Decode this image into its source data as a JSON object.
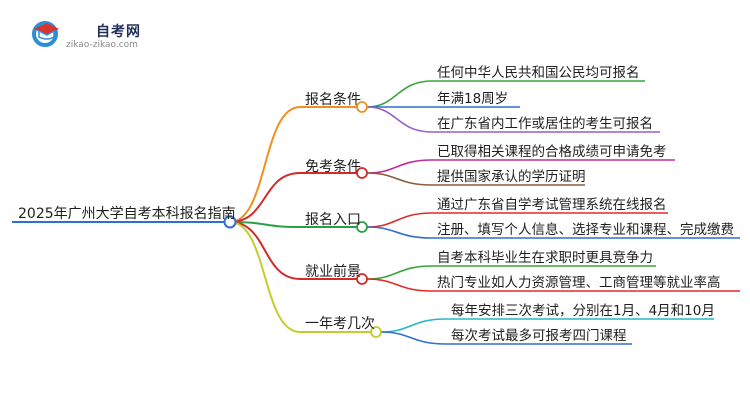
{
  "logo": {
    "title": "自考网",
    "url": "zikao-zikao.com",
    "colors": {
      "blue": "#2c8fd6",
      "red": "#d8332c",
      "text": "#1f2f5a"
    }
  },
  "root": "2025年广州大学自考本科报名指南",
  "branches": [
    {
      "label": "报名条件",
      "color": "#f0901e",
      "leaves": [
        {
          "text": "任何中华人民共和国公民均可报名",
          "color": "#3aa33a"
        },
        {
          "text": "年满18周岁",
          "color": "#2f6fd0"
        },
        {
          "text": "在广东省内工作或居住的考生可报名",
          "color": "#9a5fc7"
        }
      ]
    },
    {
      "label": "免考条件",
      "color": "#d32a2a",
      "leaves": [
        {
          "text": "已取得相关课程的合格成绩可申请免考",
          "color": "#c02b9b"
        },
        {
          "text": "提供国家承认的学历证明",
          "color": "#8b5a3c"
        }
      ]
    },
    {
      "label": "报名入口",
      "color": "#2aa046",
      "leaves": [
        {
          "text": "通过广东省自学考试管理系统在线报名",
          "color": "#e02a2a"
        },
        {
          "text": "注册、填写个人信息、选择专业和课程、完成缴费",
          "color": "#2f6fd0"
        }
      ]
    },
    {
      "label": "就业前景",
      "color": "#d32a2a",
      "leaves": [
        {
          "text": "自考本科毕业生在求职时更具竞争力",
          "color": "#3aa33a"
        },
        {
          "text": "热门专业如人力资源管理、工商管理等就业率高",
          "color": "#e02a2a"
        }
      ]
    },
    {
      "label": "一年考几次",
      "color": "#c4cc2e",
      "leaves": [
        {
          "text": "每年安排三次考试，分别在1月、4月和10月",
          "color": "#27b7c9"
        },
        {
          "text": "每次考试最多可报考四门课程",
          "color": "#2f6fd0"
        }
      ]
    }
  ],
  "colors": {
    "root_line": "#2f6fd0"
  }
}
